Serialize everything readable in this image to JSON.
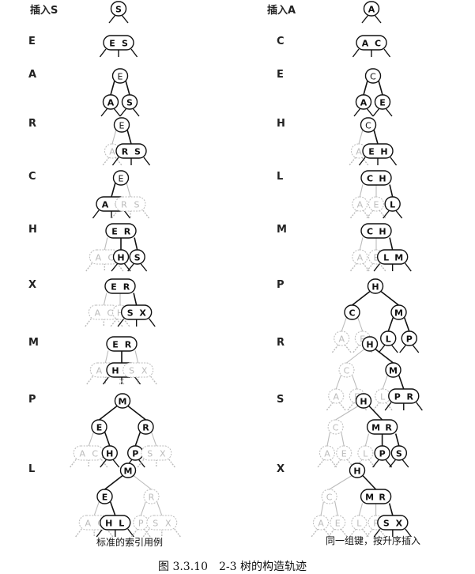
{
  "columns": [
    {
      "caption": "标准的索引用例",
      "steps": [
        {
          "key": "插入S",
          "tree": {
            "k": [
              "S"
            ],
            "d": 0
          }
        },
        {
          "key": "E",
          "tree": {
            "k": [
              "E",
              "S"
            ],
            "d": 0
          }
        },
        {
          "key": "A",
          "tree": {
            "k": [
              "E"
            ],
            "d": 1,
            "c": [
              {
                "k": [
                  "A"
                ],
                "d": 0
              },
              {
                "k": [
                  "S"
                ],
                "d": 0
              }
            ]
          }
        },
        {
          "key": "R",
          "tree": {
            "k": [
              "E"
            ],
            "d": 1,
            "c": [
              {
                "k": [
                  "A"
                ],
                "d": 2
              },
              {
                "k": [
                  "R",
                  "S"
                ],
                "d": 0
              }
            ]
          }
        },
        {
          "key": "C",
          "tree": {
            "k": [
              "E"
            ],
            "d": 1,
            "c": [
              {
                "k": [
                  "A",
                  "C"
                ],
                "d": 0
              },
              {
                "k": [
                  "R",
                  "S"
                ],
                "d": 2
              }
            ]
          }
        },
        {
          "key": "H",
          "tree": {
            "k": [
              "E",
              "R"
            ],
            "d": 0,
            "c": [
              {
                "k": [
                  "A",
                  "C"
                ],
                "d": 2
              },
              {
                "k": [
                  "H"
                ],
                "d": 0
              },
              {
                "k": [
                  "S"
                ],
                "d": 0
              }
            ]
          }
        },
        {
          "key": "X",
          "tree": {
            "k": [
              "E",
              "R"
            ],
            "d": 0,
            "c": [
              {
                "k": [
                  "A",
                  "C"
                ],
                "d": 2
              },
              {
                "k": [
                  "H"
                ],
                "d": 2
              },
              {
                "k": [
                  "S",
                  "X"
                ],
                "d": 0
              }
            ]
          }
        },
        {
          "key": "M",
          "tree": {
            "k": [
              "E",
              "R"
            ],
            "d": 0,
            "c": [
              {
                "k": [
                  "A",
                  "C"
                ],
                "d": 2
              },
              {
                "k": [
                  "H",
                  "M"
                ],
                "d": 0
              },
              {
                "k": [
                  "S",
                  "X"
                ],
                "d": 2
              }
            ]
          }
        },
        {
          "key": "P",
          "tree": {
            "k": [
              "M"
            ],
            "d": 0,
            "c": [
              {
                "k": [
                  "E"
                ],
                "d": 0,
                "c": [
                  {
                    "k": [
                      "A",
                      "C"
                    ],
                    "d": 2
                  },
                  {
                    "k": [
                      "H"
                    ],
                    "d": 0
                  }
                ]
              },
              {
                "k": [
                  "R"
                ],
                "d": 0,
                "c": [
                  {
                    "k": [
                      "P"
                    ],
                    "d": 0
                  },
                  {
                    "k": [
                      "S",
                      "X"
                    ],
                    "d": 2
                  }
                ]
              }
            ]
          }
        },
        {
          "key": "L",
          "tree": {
            "k": [
              "M"
            ],
            "d": 0,
            "c": [
              {
                "k": [
                  "E"
                ],
                "d": 0,
                "c": [
                  {
                    "k": [
                      "A",
                      "C"
                    ],
                    "d": 2
                  },
                  {
                    "k": [
                      "H",
                      "L"
                    ],
                    "d": 0
                  }
                ]
              },
              {
                "k": [
                  "R"
                ],
                "d": 2,
                "c": [
                  {
                    "k": [
                      "P"
                    ],
                    "d": 2
                  },
                  {
                    "k": [
                      "S",
                      "X"
                    ],
                    "d": 2
                  }
                ]
              }
            ]
          }
        }
      ]
    },
    {
      "caption": "同一组键，按升序插入",
      "steps": [
        {
          "key": "插入A",
          "tree": {
            "k": [
              "A"
            ],
            "d": 0
          }
        },
        {
          "key": "C",
          "tree": {
            "k": [
              "A",
              "C"
            ],
            "d": 0
          }
        },
        {
          "key": "E",
          "tree": {
            "k": [
              "C"
            ],
            "d": 1,
            "c": [
              {
                "k": [
                  "A"
                ],
                "d": 0
              },
              {
                "k": [
                  "E"
                ],
                "d": 0
              }
            ]
          }
        },
        {
          "key": "H",
          "tree": {
            "k": [
              "C"
            ],
            "d": 1,
            "c": [
              {
                "k": [
                  "A"
                ],
                "d": 2
              },
              {
                "k": [
                  "E",
                  "H"
                ],
                "d": 0
              }
            ]
          }
        },
        {
          "key": "L",
          "tree": {
            "k": [
              "C",
              "H"
            ],
            "d": 0,
            "c": [
              {
                "k": [
                  "A"
                ],
                "d": 2
              },
              {
                "k": [
                  "E"
                ],
                "d": 2
              },
              {
                "k": [
                  "L"
                ],
                "d": 0
              }
            ]
          }
        },
        {
          "key": "M",
          "tree": {
            "k": [
              "C",
              "H"
            ],
            "d": 0,
            "c": [
              {
                "k": [
                  "A"
                ],
                "d": 2
              },
              {
                "k": [
                  "E"
                ],
                "d": 2
              },
              {
                "k": [
                  "L",
                  "M"
                ],
                "d": 0
              }
            ]
          }
        },
        {
          "key": "P",
          "tree": {
            "k": [
              "H"
            ],
            "d": 0,
            "c": [
              {
                "k": [
                  "C"
                ],
                "d": 0,
                "c": [
                  {
                    "k": [
                      "A"
                    ],
                    "d": 2
                  },
                  {
                    "k": [
                      "E"
                    ],
                    "d": 2
                  }
                ]
              },
              {
                "k": [
                  "M"
                ],
                "d": 0,
                "c": [
                  {
                    "k": [
                      "L"
                    ],
                    "d": 0
                  },
                  {
                    "k": [
                      "P"
                    ],
                    "d": 0
                  }
                ]
              }
            ]
          }
        },
        {
          "key": "R",
          "tree": {
            "k": [
              "H"
            ],
            "d": 0,
            "c": [
              {
                "k": [
                  "C"
                ],
                "d": 2,
                "c": [
                  {
                    "k": [
                      "A"
                    ],
                    "d": 2
                  },
                  {
                    "k": [
                      "E"
                    ],
                    "d": 2
                  }
                ]
              },
              {
                "k": [
                  "M"
                ],
                "d": 0,
                "c": [
                  {
                    "k": [
                      "L"
                    ],
                    "d": 2
                  },
                  {
                    "k": [
                      "P",
                      "R"
                    ],
                    "d": 0
                  }
                ]
              }
            ]
          }
        },
        {
          "key": "S",
          "tree": {
            "k": [
              "H"
            ],
            "d": 0,
            "c": [
              {
                "k": [
                  "C"
                ],
                "d": 2,
                "c": [
                  {
                    "k": [
                      "A"
                    ],
                    "d": 2
                  },
                  {
                    "k": [
                      "E"
                    ],
                    "d": 2
                  }
                ]
              },
              {
                "k": [
                  "M",
                  "R"
                ],
                "d": 0,
                "c": [
                  {
                    "k": [
                      "L"
                    ],
                    "d": 2
                  },
                  {
                    "k": [
                      "P"
                    ],
                    "d": 0
                  },
                  {
                    "k": [
                      "S"
                    ],
                    "d": 0
                  }
                ]
              }
            ]
          }
        },
        {
          "key": "X",
          "tree": {
            "k": [
              "H"
            ],
            "d": 0,
            "c": [
              {
                "k": [
                  "C"
                ],
                "d": 2,
                "c": [
                  {
                    "k": [
                      "A"
                    ],
                    "d": 2
                  },
                  {
                    "k": [
                      "E"
                    ],
                    "d": 2
                  }
                ]
              },
              {
                "k": [
                  "M",
                  "R"
                ],
                "d": 0,
                "c": [
                  {
                    "k": [
                      "L"
                    ],
                    "d": 2
                  },
                  {
                    "k": [
                      "P"
                    ],
                    "d": 2
                  },
                  {
                    "k": [
                      "S",
                      "X"
                    ],
                    "d": 0
                  }
                ]
              }
            ]
          }
        }
      ]
    }
  ],
  "figure_caption": "图 3.3.10　2-3 树的构造轨迹",
  "colors": {
    "ink": "#111111",
    "faded": "#bbbbbb"
  }
}
